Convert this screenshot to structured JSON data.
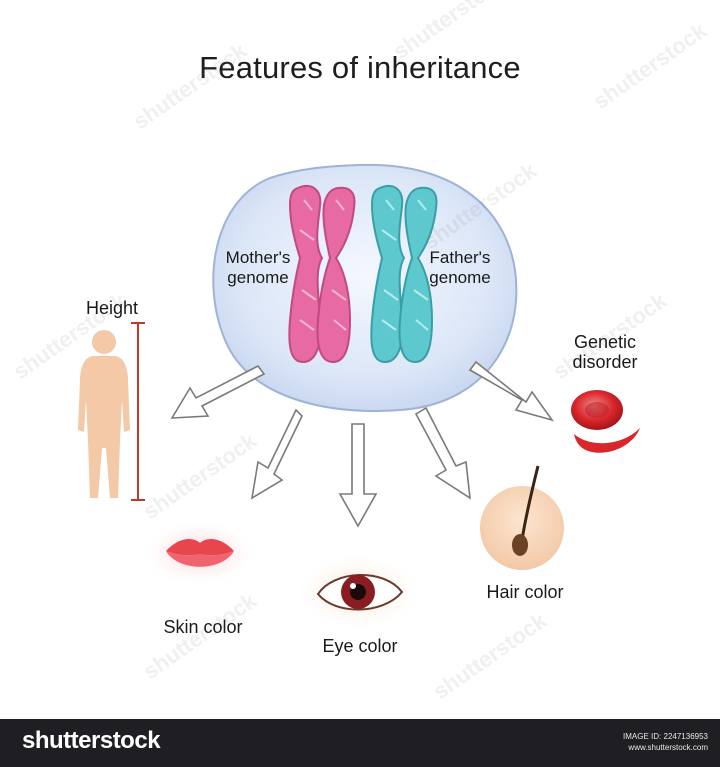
{
  "title": "Features of inheritance",
  "labels": {
    "mother": "Mother's genome",
    "father": "Father's genome",
    "height": "Height",
    "genetic_disorder": "Genetic disorder",
    "skin_color": "Skin color",
    "eye_color": "Eye color",
    "hair_color": "Hair color"
  },
  "footer": {
    "brand": "shutterstock",
    "image_id": "IMAGE ID: 2247136953",
    "site": "www.shutterstock.com"
  },
  "watermark": "shutterstock",
  "colors": {
    "mother_chromosome": "#e76aa3",
    "father_chromosome": "#5ec8cf",
    "cell": "#dfe9f8",
    "arrow_stroke": "#7a7a7a",
    "height_line": "#c0392b",
    "footer_bg": "#1f1f23"
  }
}
